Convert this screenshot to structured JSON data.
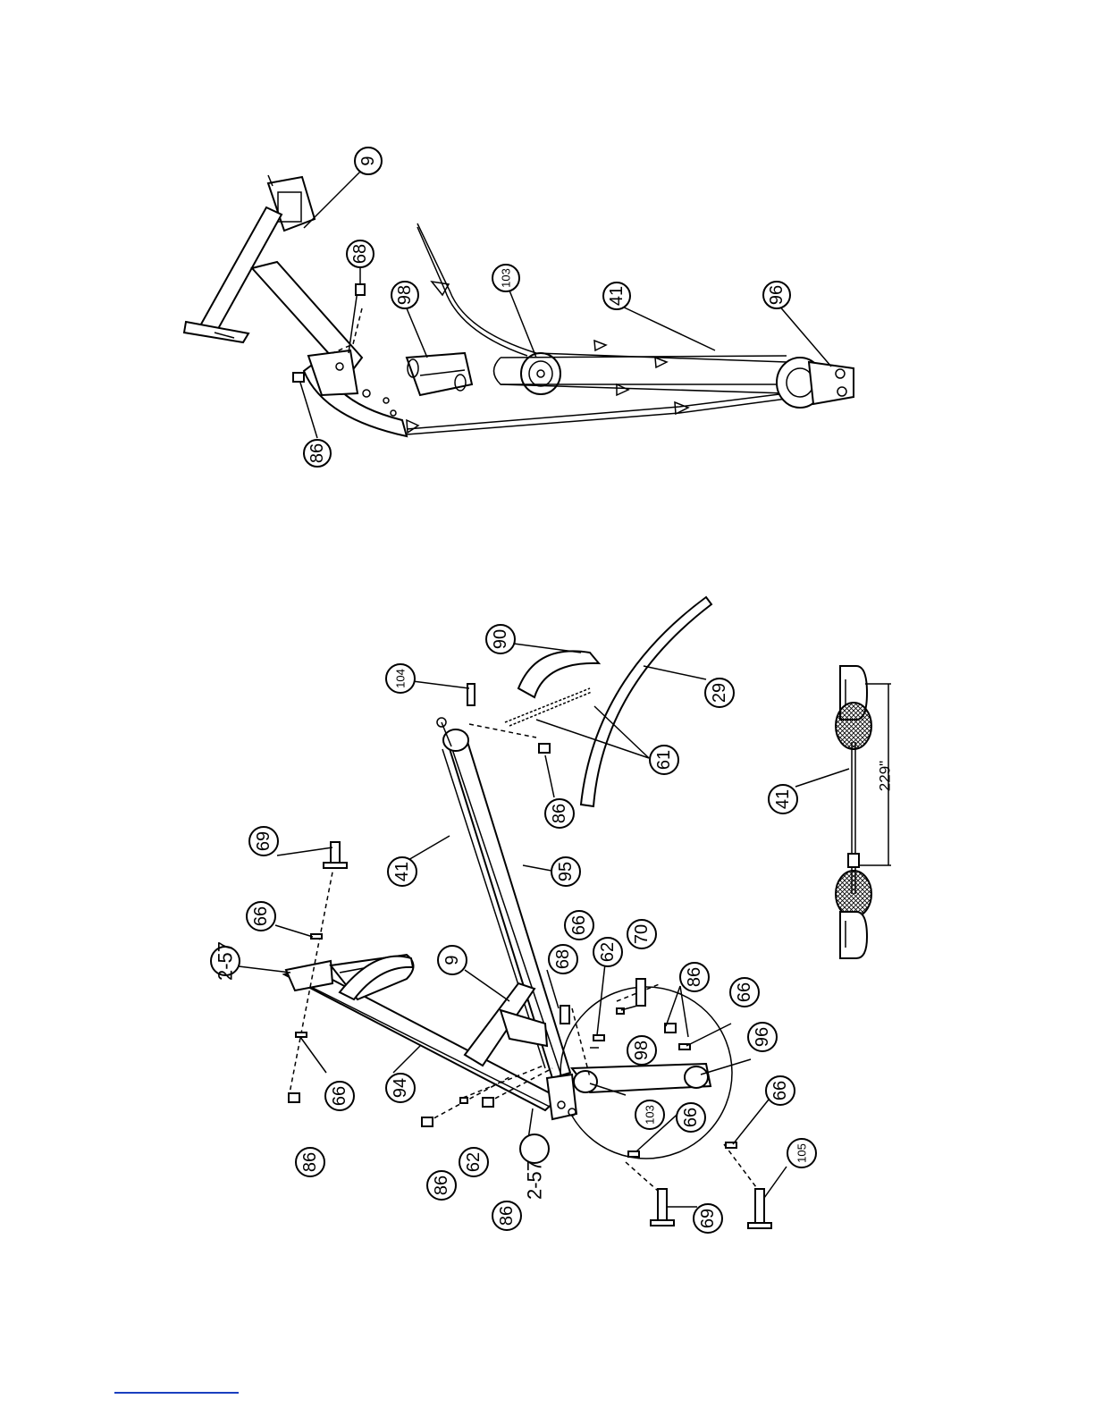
{
  "callouts": {
    "top": {
      "p9": "9",
      "p68": "68",
      "p98": "98",
      "p103": "103",
      "p41": "41",
      "p96": "96",
      "p86": "86"
    },
    "bottom": {
      "p69_top": "69",
      "p66_a": "66",
      "p66_b": "66",
      "p86_a": "86",
      "p94": "94",
      "p9": "9",
      "p41": "41",
      "p95": "95",
      "p104": "104",
      "p90": "90",
      "p86_b": "86",
      "p61": "61",
      "p29": "29",
      "p68": "68",
      "p66_c": "66",
      "p62_a": "62",
      "p70": "70",
      "p86_c": "86",
      "p66_d": "66",
      "p96": "96",
      "p98": "98",
      "p103": "103",
      "p66_e": "66",
      "p86_d": "86",
      "p62_b": "62",
      "p86_e": "86",
      "p69_bottom": "69",
      "p66_f": "66",
      "p105": "105",
      "p2_57_top": "2-57",
      "p2_57_bottom": "2-57"
    },
    "cable_detail": {
      "p41": "41",
      "length": "229\""
    }
  },
  "colors": {
    "line": "#000000",
    "background": "#ffffff",
    "footer_rule": "#1a3fbf"
  }
}
